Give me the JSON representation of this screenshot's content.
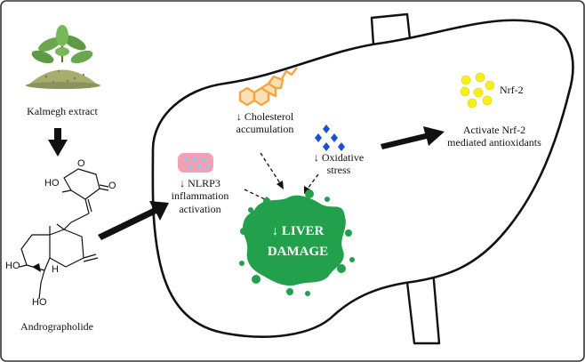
{
  "source": {
    "extract_label": "Kalmegh extract",
    "compound_label": "Andrographolide",
    "atom_labels": {
      "ho_top": "HO",
      "o_ring": "O",
      "o_carbonyl": "O",
      "ho_left": "HO",
      "h_mid": "H",
      "ho_bottom": "HO"
    }
  },
  "effects": {
    "cholesterol": [
      "↓ Cholesterol",
      "accumulation"
    ],
    "nlrp3": [
      "↓ NLRP3",
      "inflammation",
      "activation"
    ],
    "oxidative": [
      "↓ Oxidative",
      "stress"
    ],
    "nrf2_molecule": "Nrf-2",
    "nrf2_effect": [
      "Activate Nrf-2",
      "mediated antioxidants"
    ]
  },
  "outcome": {
    "line1": "↓ LIVER",
    "line2": "DAMAGE"
  },
  "colors": {
    "border": "#333333",
    "liver_outline": "#111111",
    "splash": "#22a04b",
    "cholesterol": "#f4a640",
    "nlrp3_box": "#f4a0b4",
    "nlrp3_dots": "#7fd3e8",
    "oxidative": "#1e4fd0",
    "nrf2": "#f7ee1a",
    "leaf": "#6aa84f",
    "powder": "#a7ad6e"
  }
}
